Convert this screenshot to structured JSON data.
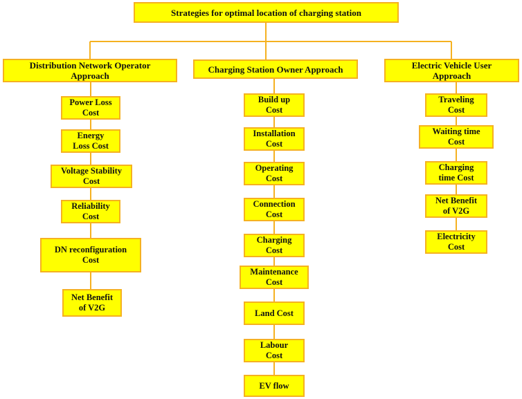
{
  "colors": {
    "box_fill": "#ffff00",
    "box_border": "#f5b120",
    "connector": "#f5b120",
    "text": "#111111"
  },
  "root": {
    "label": "Strategies for optimal location of  charging station"
  },
  "branches": [
    {
      "label": "Distribution Network Operator\nApproach",
      "items": [
        "Power Loss\nCost",
        "Energy\nLoss Cost",
        "Voltage Stability\nCost",
        "Reliability\nCost",
        "DN reconfiguration\nCost",
        "Net Benefit\nof V2G"
      ]
    },
    {
      "label": "Charging Station Owner Approach",
      "items": [
        "Build up\nCost",
        "Installation\nCost",
        "Operating\nCost",
        "Connection\nCost",
        "Charging\nCost",
        "Maintenance\nCost",
        "Land Cost",
        "Labour\nCost",
        "EV flow"
      ]
    },
    {
      "label": "Electric Vehicle User\nApproach",
      "items": [
        "Traveling\nCost",
        "Waiting time\nCost",
        "Charging\ntime Cost",
        "Net Benefit\nof V2G",
        "Electricity\nCost"
      ]
    }
  ]
}
